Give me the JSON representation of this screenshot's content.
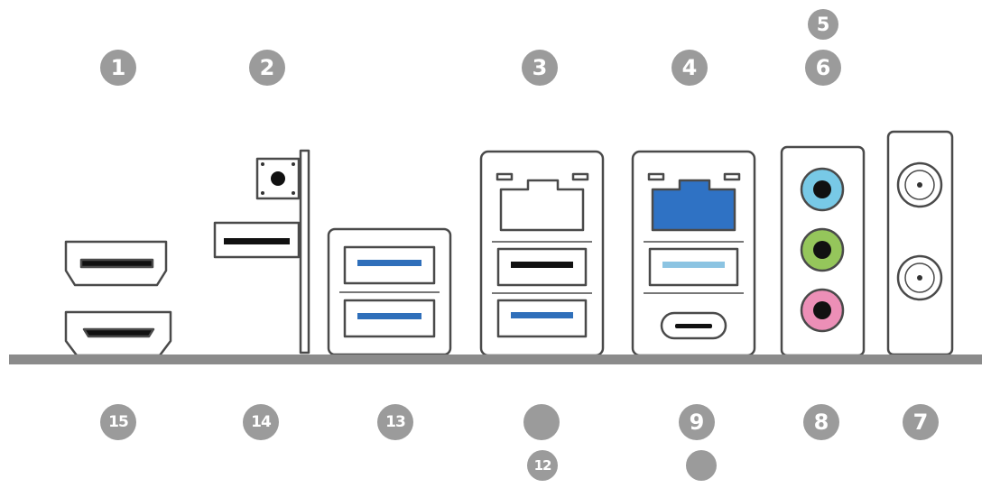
{
  "colors": {
    "badge": "#9b9b9b",
    "outline": "#4a4a4a",
    "fill": "#ffffff",
    "usb3": "#2f6fba",
    "usb32": "#8cc4e2",
    "rj45_25g": "#2f72c4",
    "jack_line_in": "#78c9e6",
    "jack_line_out": "#95c65b",
    "jack_mic": "#ec8fb7",
    "baseline": "#8b8b8b"
  },
  "callouts": {
    "c1": "1",
    "c2": "2",
    "c3": "3",
    "c4": "4",
    "c5": "5",
    "c6": "6",
    "c7": "7",
    "c8": "8",
    "c9": "9",
    "c12": "12",
    "c13": "13",
    "c14": "14",
    "c15": "15",
    "c10": "",
    "c11": ""
  },
  "icons": {
    "displayport": "displayport-port-icon",
    "hdmi": "hdmi-port-icon",
    "bios_flashback_button": "bios-flashback-button-icon",
    "bios_flashback_usb": "usb-port-icon",
    "usb_pair": "usb3-port-icon",
    "lan_gbe": "rj45-port-icon",
    "lan_25g": "rj45-port-icon",
    "usb_c": "usb-c-port-icon",
    "audio": "audio-jack-icon",
    "antenna": "wifi-antenna-connector-icon"
  }
}
